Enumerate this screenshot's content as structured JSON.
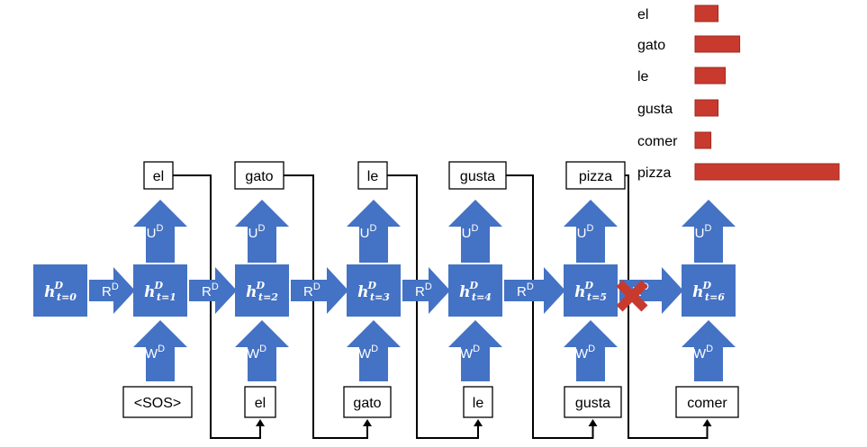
{
  "colors": {
    "block": "#4472C4",
    "bar": "#C83A2E",
    "cross": "#C83A2E",
    "line": "#000000"
  },
  "labels": {
    "h_base": "h",
    "h_sup": "D",
    "h_sub_prefix": "t=",
    "recurrent": "R",
    "output": "U",
    "input": "W",
    "sup": "D"
  },
  "states": [
    "0",
    "1",
    "2",
    "3",
    "4",
    "5",
    "6"
  ],
  "outputs": [
    "el",
    "gato",
    "le",
    "gusta",
    "pizza"
  ],
  "inputs": [
    "<SOS>",
    "el",
    "gato",
    "le",
    "gusta",
    "comer"
  ],
  "distribution": {
    "words": [
      "el",
      "gato",
      "le",
      "gusta",
      "comer",
      "pizza"
    ],
    "values": [
      0.16,
      0.31,
      0.21,
      0.16,
      0.11,
      1.0
    ]
  },
  "icons": {
    "blocked": "x-cross-icon"
  }
}
